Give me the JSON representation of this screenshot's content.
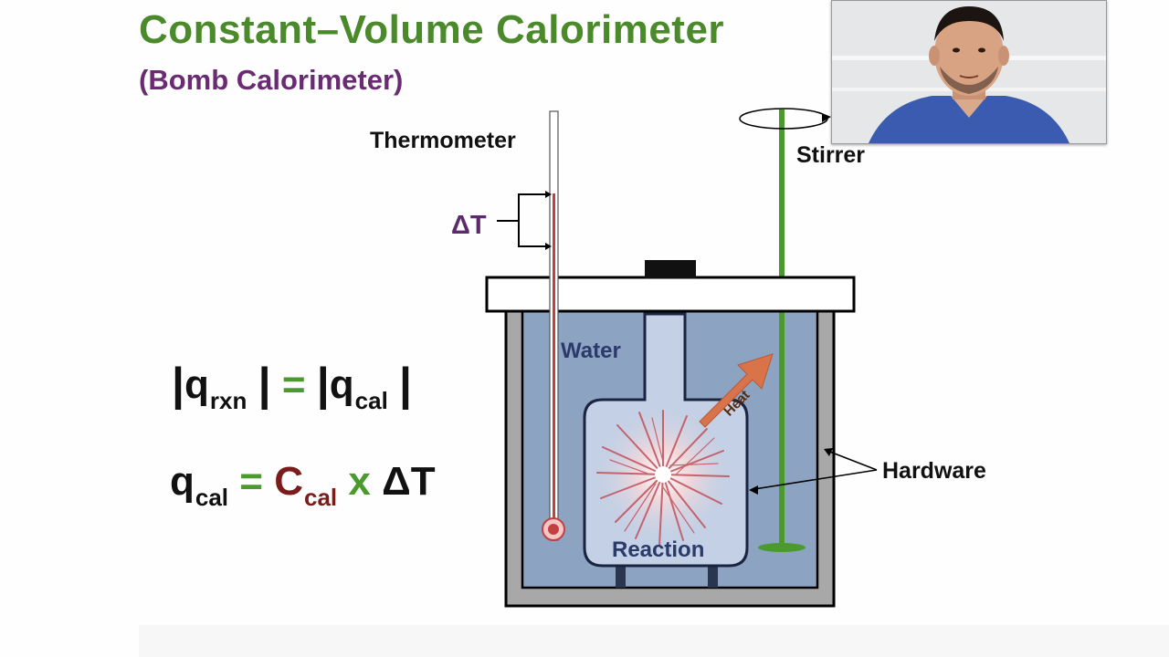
{
  "slide": {
    "title": "Constant–Volume Calorimeter",
    "subtitle": "(Bomb Calorimeter)"
  },
  "labels": {
    "thermometer": "Thermometer",
    "delta_t": "ΔT",
    "stirrer": "Stirrer",
    "water": "Water",
    "heat": "Heat",
    "hardware": "Hardware",
    "reaction": "Reaction"
  },
  "equations": {
    "eq1": {
      "bar": "|",
      "q": "q",
      "rxn_sub": "rxn",
      "equals": "=",
      "cal_sub": "cal"
    },
    "eq2": {
      "q": "q",
      "cal_sub": "cal",
      "equals": "=",
      "c": "C",
      "x": "x",
      "delta_t": "ΔT"
    }
  },
  "colors": {
    "title_green": "#4a8a2a",
    "subtitle_purple": "#6b2b73",
    "water_blue": "#8da3c2",
    "bomb_light": "#c3d0e5",
    "stirrer_green": "#4a9a2e",
    "heat_arrow": "#d9734a",
    "thermometer_red": "#c44040"
  }
}
